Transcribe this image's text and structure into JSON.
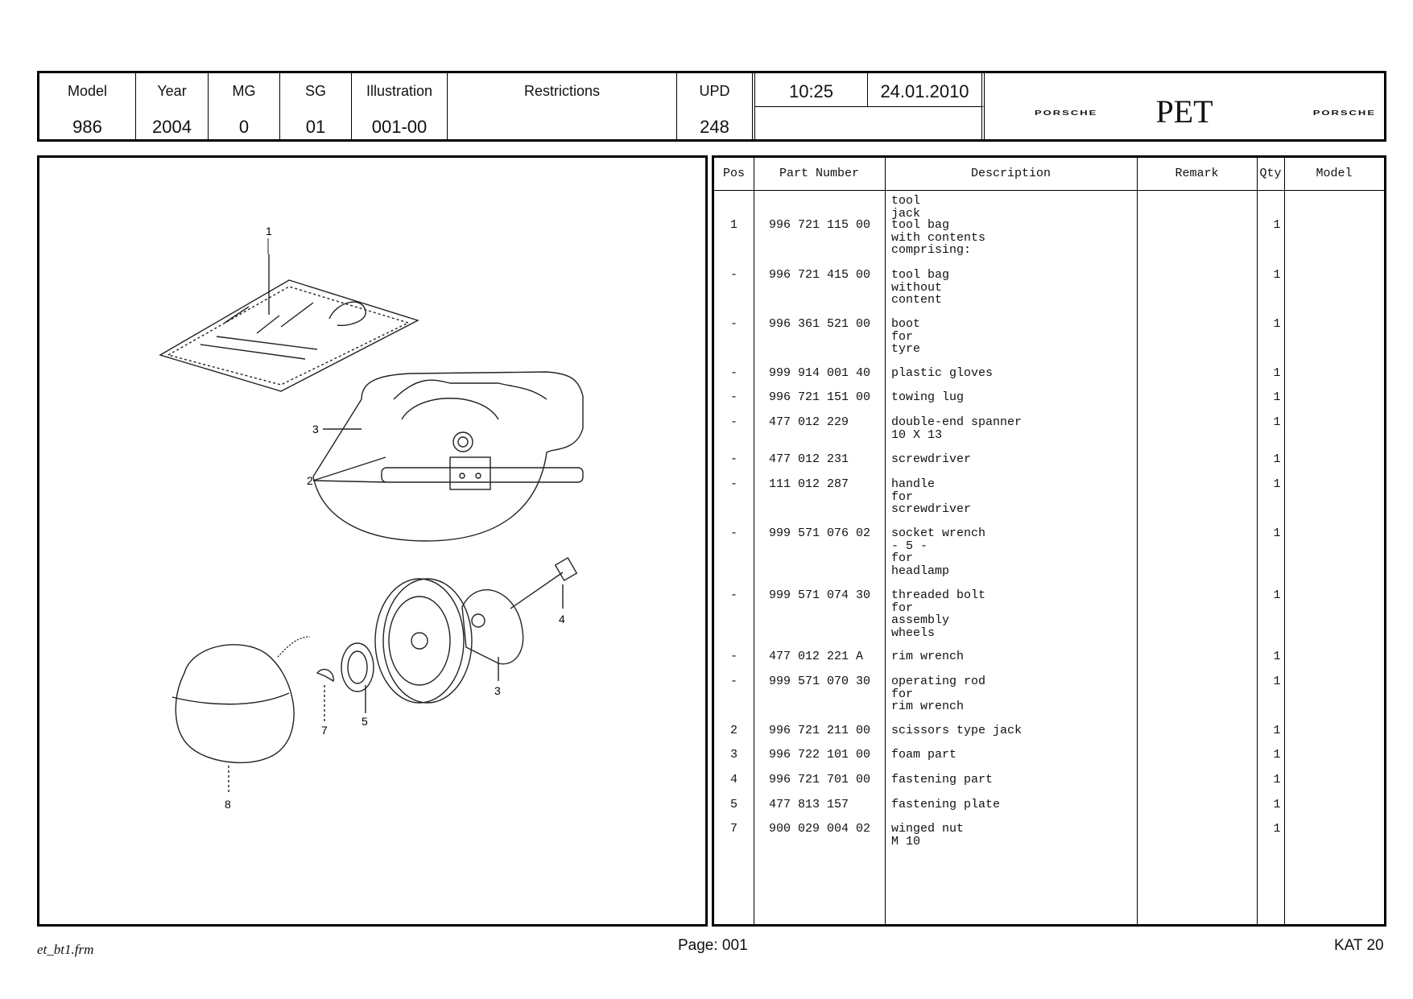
{
  "header": {
    "model_label": "Model",
    "model_value": "986",
    "year_label": "Year",
    "year_value": "2004",
    "mg_label": "MG",
    "mg_value": "0",
    "sg_label": "SG",
    "sg_value": "01",
    "illustration_label": "Illustration",
    "illustration_value": "001-00",
    "restrictions_label": "Restrictions",
    "upd_label": "UPD",
    "upd_value": "248",
    "time": "10:25",
    "date": "24.01.2010",
    "brand_left": "PORSCHE",
    "app_name": "PET",
    "brand_right": "PORSCHE"
  },
  "illustration": {
    "callouts": [
      "1",
      "3",
      "2",
      "4",
      "3",
      "7",
      "5",
      "8"
    ]
  },
  "parts_table": {
    "columns": [
      "Pos",
      "Part Number",
      "Description",
      "Remark",
      "Qty",
      "Model"
    ],
    "rows": [
      {
        "pos": "",
        "part_number": "",
        "description": "tool\njack",
        "remark": "",
        "qty": "",
        "model": ""
      },
      {
        "pos": "1",
        "part_number": "996 721 115 00",
        "description": "tool bag\nwith contents\ncomprising:",
        "remark": "",
        "qty": "1",
        "model": ""
      },
      {
        "pos": "-",
        "part_number": "996 721 415 00",
        "description": "tool bag\nwithout\ncontent",
        "remark": "",
        "qty": "1",
        "model": ""
      },
      {
        "pos": "-",
        "part_number": "996 361 521 00",
        "description": "boot\nfor\ntyre",
        "remark": "",
        "qty": "1",
        "model": ""
      },
      {
        "pos": "-",
        "part_number": "999 914 001 40",
        "description": "plastic gloves",
        "remark": "",
        "qty": "1",
        "model": ""
      },
      {
        "pos": "-",
        "part_number": "996 721 151 00",
        "description": "towing lug",
        "remark": "",
        "qty": "1",
        "model": ""
      },
      {
        "pos": "-",
        "part_number": "477 012 229",
        "description": "double-end spanner\n10 X 13",
        "remark": "",
        "qty": "1",
        "model": ""
      },
      {
        "pos": "-",
        "part_number": "477 012 231",
        "description": "screwdriver",
        "remark": "",
        "qty": "1",
        "model": ""
      },
      {
        "pos": "-",
        "part_number": "111 012 287",
        "description": "handle\nfor\nscrewdriver",
        "remark": "",
        "qty": "1",
        "model": ""
      },
      {
        "pos": "-",
        "part_number": "999 571 076 02",
        "description": "socket wrench\n- 5 -\nfor\nheadlamp",
        "remark": "",
        "qty": "1",
        "model": ""
      },
      {
        "pos": "-",
        "part_number": "999 571 074 30",
        "description": "threaded bolt\nfor\nassembly\nwheels",
        "remark": "",
        "qty": "1",
        "model": ""
      },
      {
        "pos": "-",
        "part_number": "477 012 221 A",
        "description": "rim wrench",
        "remark": "",
        "qty": "1",
        "model": ""
      },
      {
        "pos": "-",
        "part_number": "999 571 070 30",
        "description": "operating rod\nfor\nrim wrench",
        "remark": "",
        "qty": "1",
        "model": ""
      },
      {
        "pos": "2",
        "part_number": "996 721 211 00",
        "description": "scissors type jack",
        "remark": "",
        "qty": "1",
        "model": ""
      },
      {
        "pos": "3",
        "part_number": "996 722 101 00",
        "description": "foam part",
        "remark": "",
        "qty": "1",
        "model": ""
      },
      {
        "pos": "4",
        "part_number": "996 721 701 00",
        "description": "fastening part",
        "remark": "",
        "qty": "1",
        "model": ""
      },
      {
        "pos": "5",
        "part_number": "477 813 157",
        "description": "fastening plate",
        "remark": "",
        "qty": "1",
        "model": ""
      },
      {
        "pos": "7",
        "part_number": "900 029 004 02",
        "description": "winged nut\nM 10",
        "remark": "",
        "qty": "1",
        "model": ""
      }
    ]
  },
  "footer": {
    "form_name": "et_bt1.frm",
    "page": "Page: 001",
    "catalog": "KAT 20"
  }
}
